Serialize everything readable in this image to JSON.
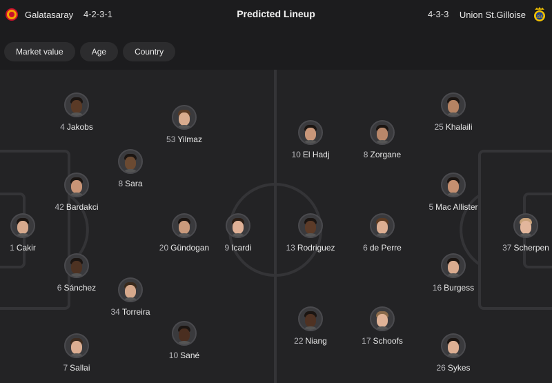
{
  "header": {
    "title": "Predicted Lineup",
    "home": {
      "name": "Galatasaray",
      "formation": "4-2-3-1"
    },
    "away": {
      "name": "Union St.Gilloise",
      "formation": "4-3-3"
    }
  },
  "filters": [
    {
      "label": "Market value"
    },
    {
      "label": "Age"
    },
    {
      "label": "Country"
    }
  ],
  "colors": {
    "background": "#1c1c1e",
    "pitch": "#232325",
    "chip": "#2c2c2e",
    "line": "#343437"
  },
  "home_players": [
    {
      "number": "4",
      "name": "Jakobs",
      "skin": "#5a3a26"
    },
    {
      "number": "53",
      "name": "Yilmaz",
      "skin": "#d8ab8e"
    },
    {
      "number": "8",
      "name": "Sara",
      "skin": "#6b4a32"
    },
    {
      "number": "42",
      "name": "Bardakci",
      "skin": "#c99476"
    },
    {
      "number": "1",
      "name": "Cakir",
      "skin": "#d6a98d"
    },
    {
      "number": "20",
      "name": "Gündogan",
      "skin": "#c99a7c"
    },
    {
      "number": "9",
      "name": "Icardi",
      "skin": "#dfb096"
    },
    {
      "number": "6",
      "name": "Sánchez",
      "skin": "#4d3222"
    },
    {
      "number": "34",
      "name": "Torreira",
      "skin": "#d7a98c"
    },
    {
      "number": "10",
      "name": "Sané",
      "skin": "#4a2e20"
    },
    {
      "number": "7",
      "name": "Sallai",
      "skin": "#dcae92"
    }
  ],
  "away_players": [
    {
      "number": "25",
      "name": "Khalaili",
      "skin": "#b58363"
    },
    {
      "number": "10",
      "name": "El Hadj",
      "skin": "#c9977a"
    },
    {
      "number": "8",
      "name": "Zorgane",
      "skin": "#b8876a"
    },
    {
      "number": "5",
      "name": "Mac Allister",
      "skin": "#c48f70"
    },
    {
      "number": "37",
      "name": "Scherpen",
      "skin": "#e2b69c"
    },
    {
      "number": "13",
      "name": "Rodriguez",
      "skin": "#5c3b28"
    },
    {
      "number": "6",
      "name": "de Perre",
      "skin": "#dcae92"
    },
    {
      "number": "16",
      "name": "Burgess",
      "skin": "#d9ab8f"
    },
    {
      "number": "22",
      "name": "Niang",
      "skin": "#4f3223"
    },
    {
      "number": "17",
      "name": "Schoofs",
      "skin": "#e0b397"
    },
    {
      "number": "26",
      "name": "Sykes",
      "skin": "#ddaf93"
    }
  ]
}
